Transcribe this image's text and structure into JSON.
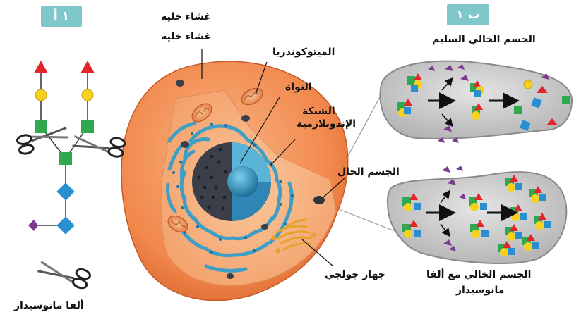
{
  "panels": {
    "a_tag": "١ أ",
    "b_tag": "ب ١"
  },
  "labels": {
    "cell_membrane_1": "غشاء خلية",
    "cell_membrane_2": "غشاء خلية",
    "mitochondria": "الميتوكوندريا",
    "nucleus": "النواة",
    "er_line1": "الشبكة",
    "er_line2": "الإندوبلازمية",
    "lysosome": "الجسم الحال",
    "golgi": "جهاز جولجي",
    "enzyme": "ألفا مانوسيداز",
    "healthy_lysosome": "الجسم الخالي السليم",
    "deficient_line1": "الجسم الخالي مع ألفا",
    "deficient_line2": "مانوسيداز"
  },
  "colors": {
    "tag_bg": "#7fc7c8",
    "cell_orange": "#f2935a",
    "cytoplasm": "#f7b27c",
    "er_blue": "#3d9ec6",
    "nucleus_dark": "#3a3f4a",
    "lysosome_gray": "#c9c9c9",
    "sugar_red": "#e3252b",
    "sugar_yellow": "#f6d21c",
    "sugar_green": "#2fa84f",
    "sugar_blue": "#2a8fd0",
    "sugar_purple": "#7a3b8f"
  }
}
